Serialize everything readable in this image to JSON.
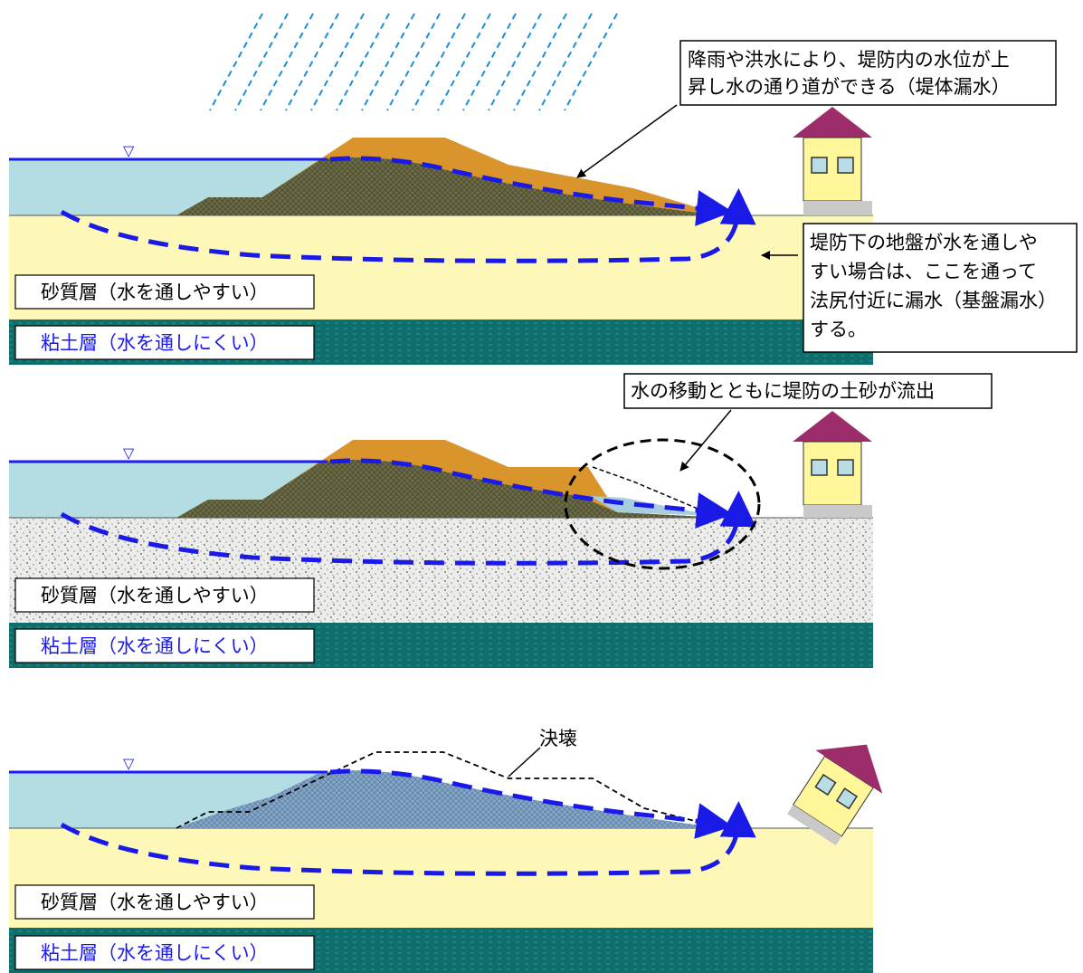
{
  "water_level_symbol": "▽",
  "panel1": {
    "callout_rain_line1": "降雨や洪水により、堤防内の水位が上",
    "callout_rain_line2": "昇し水の通り道ができる（堤体漏水）",
    "callout_foundation_line1": "堤防下の地盤が水を通しや",
    "callout_foundation_line2": "すい場合は、ここを通って",
    "callout_foundation_line3": "法尻付近に漏水（基盤漏水）",
    "callout_foundation_line4": "する。",
    "sand_label": "砂質層（水を通しやすい）",
    "clay_label": "粘土層（水を通しにくい）"
  },
  "panel2": {
    "callout_erosion": "水の移動とともに堤防の土砂が流出",
    "sand_label": "砂質層（水を通しやすい）",
    "clay_label": "粘土層（水を通しにくい）"
  },
  "panel3": {
    "callout_breach": "決壊",
    "sand_label": "砂質層（水を通しやすい）",
    "clay_label": "粘土層（水を通しにくい）"
  },
  "colors": {
    "river_water": "#b3dde3",
    "water_line": "#1b1bf5",
    "sand_layer": "#fdf7b8",
    "clay_layer": "#0d6e6b",
    "clay_label_text": "#1a1aee",
    "embankment_crown": "#d9952b",
    "saturated_core": "#6b6b47",
    "seepage_arrow": "#1a1ae6",
    "house_roof": "#9c2d6a",
    "house_wall": "#fff79a",
    "house_window": "#b8dde5",
    "collapsed_embankment": "#7a9ec0",
    "gravel_layer": "#e7e7e5"
  }
}
